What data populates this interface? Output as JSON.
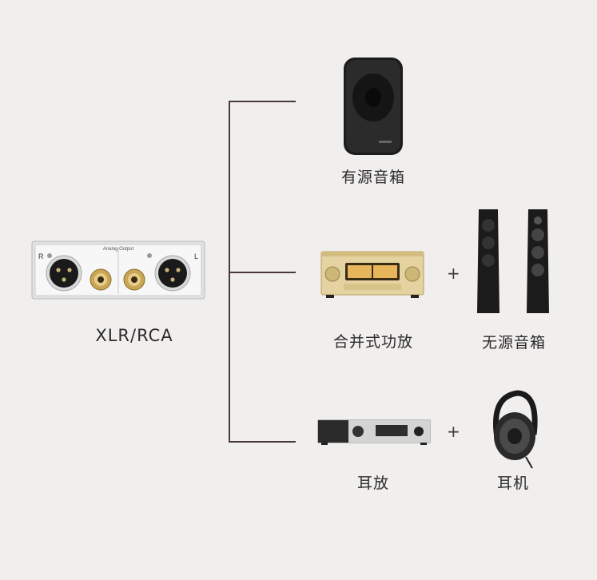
{
  "source": {
    "panel_title": "Analog Output",
    "left_marker": "R",
    "right_marker": "L",
    "label": "XLR/RCA"
  },
  "outputs": [
    {
      "device": "有源音箱"
    },
    {
      "device": "合并式功放",
      "plus": "+",
      "companion": "无源音箱"
    },
    {
      "device": "耳放",
      "plus": "+",
      "companion": "耳机"
    }
  ],
  "colors": {
    "background": "#f1efee",
    "connector_line": "#4a3a36",
    "amp_gold": "#e4d3a0",
    "speaker_black": "#1c1c1c"
  }
}
